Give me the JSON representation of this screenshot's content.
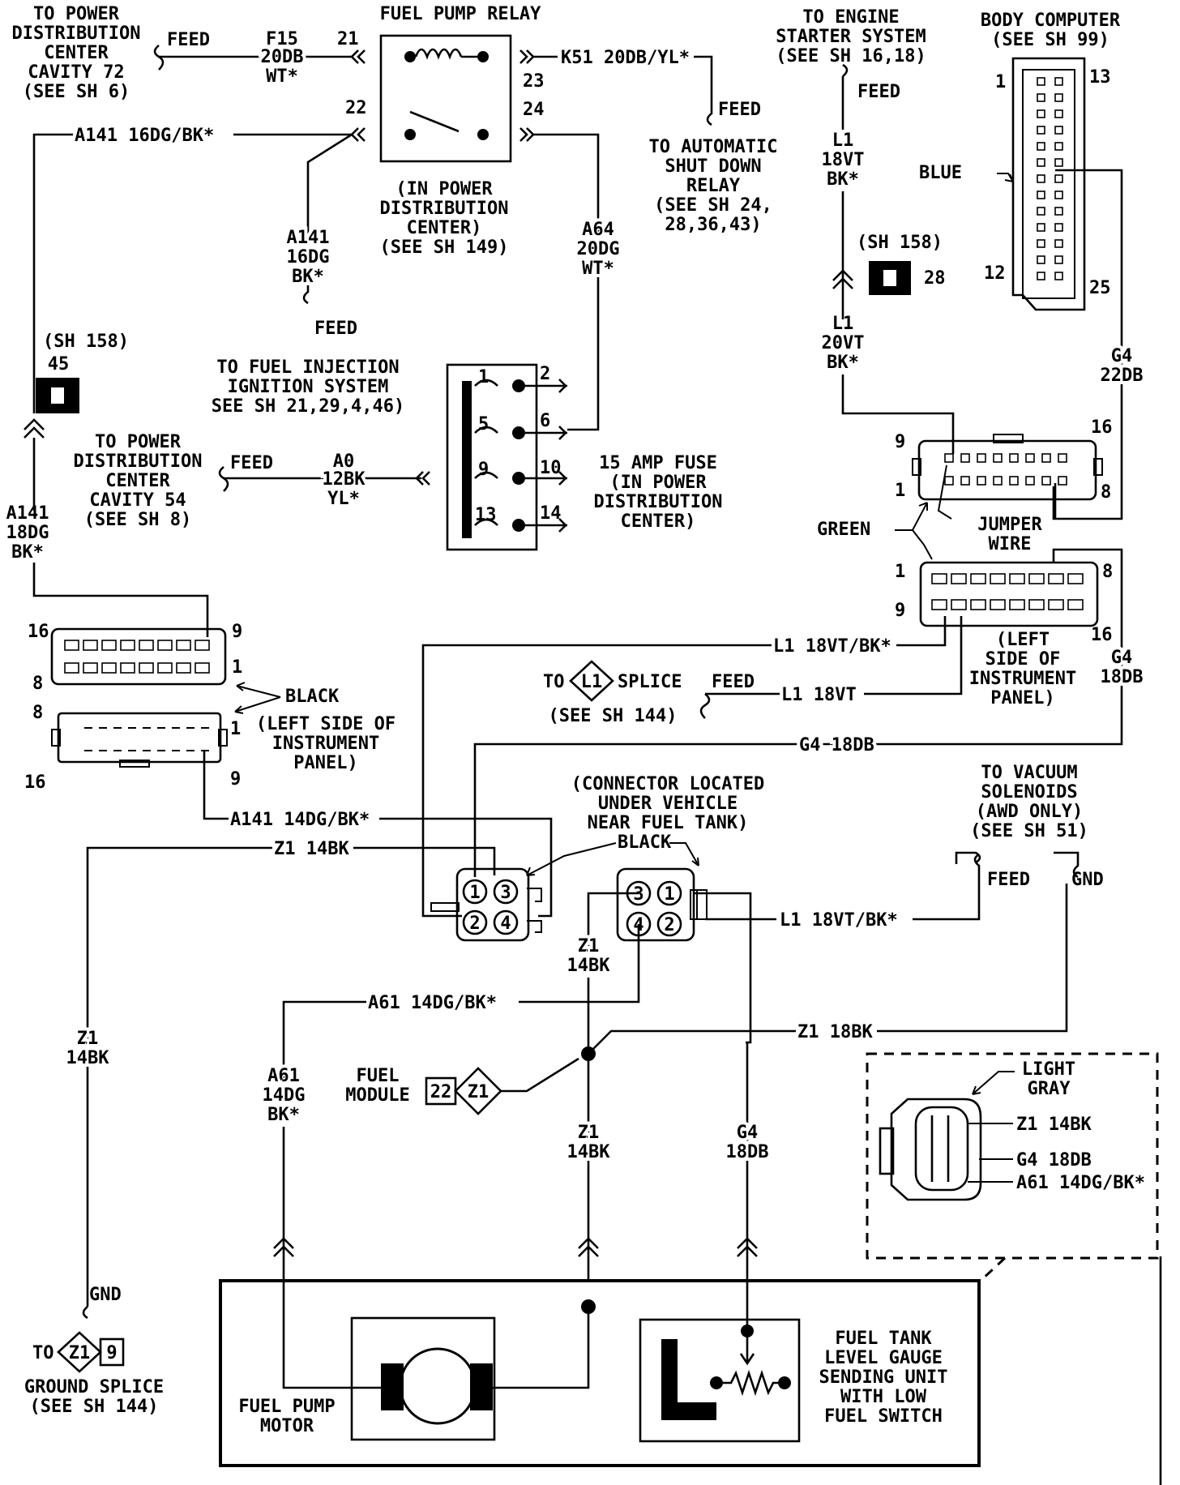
{
  "relay": {
    "title": "FUEL PUMP RELAY",
    "pins": [
      "21",
      "22",
      "23",
      "24"
    ],
    "note": [
      "(IN POWER",
      "DISTRIBUTION",
      "CENTER)",
      "(SEE SH 149)"
    ]
  },
  "pdc_top": [
    "TO POWER",
    "DISTRIBUTION",
    "CENTER",
    "CAVITY 72",
    "(SEE SH 6)"
  ],
  "feed": "FEED",
  "gnd": "GND",
  "wire_f15": [
    "F15",
    "20DB",
    "WT*"
  ],
  "wire_k51": "K51 20DB/YL*",
  "asd_relay": [
    "TO AUTOMATIC",
    "SHUT DOWN",
    "RELAY",
    "(SEE SH 24,",
    "28,36,43)"
  ],
  "wire_a141_16_top": "A141 16DG/BK*",
  "wire_a141_16_vert": [
    "A141",
    "16DG",
    "BK*"
  ],
  "wire_a64": [
    "A64",
    "20DG",
    "WT*"
  ],
  "fuel_injection": [
    "TO FUEL INJECTION",
    "IGNITION SYSTEM",
    "SEE SH 21,29,4,46)"
  ],
  "sh158_45": [
    "(SH 158)",
    "45"
  ],
  "fuse_block": {
    "pins_left": [
      "1",
      "5",
      "9",
      "13"
    ],
    "pins_right": [
      "2",
      "6",
      "10",
      "14"
    ],
    "label": [
      "15 AMP FUSE",
      "(IN POWER",
      "DISTRIBUTION",
      "CENTER)"
    ]
  },
  "pdc_54": [
    "TO POWER",
    "DISTRIBUTION",
    "CENTER",
    "CAVITY 54",
    "(SEE SH 8)"
  ],
  "wire_a0": [
    "A0",
    "12BK",
    "YL*"
  ],
  "wire_a141_18": [
    "A141",
    "18DG",
    "BK*"
  ],
  "engine_starter": [
    "TO ENGINE",
    "STARTER SYSTEM",
    "(SEE SH 16,18)"
  ],
  "wire_l1_18vt": [
    "L1",
    "18VT",
    "BK*"
  ],
  "sh158_28": [
    "(SH 158)",
    "28"
  ],
  "wire_l1_20vt": [
    "L1",
    "20VT",
    "BK*"
  ],
  "body_computer": {
    "title": [
      "BODY COMPUTER",
      "(SEE SH 99)"
    ],
    "pins": [
      "1",
      "13",
      "12",
      "25"
    ],
    "color": "BLUE"
  },
  "wire_g4_22": [
    "G4",
    "22DB"
  ],
  "green_conn": {
    "color": "GREEN",
    "jumper": [
      "JUMPER",
      "WIRE"
    ],
    "pins_top": [
      "9",
      "16",
      "1",
      "8"
    ],
    "pins_bot": [
      "1",
      "8",
      "9",
      "16"
    ],
    "note": [
      "(LEFT",
      "SIDE OF",
      "INSTRUMENT",
      "PANEL)"
    ]
  },
  "wire_g4_18_vert": [
    "G4",
    "18DB"
  ],
  "black_conn": {
    "pins_a": [
      "16",
      "9",
      "8",
      "1"
    ],
    "pins_b": [
      "8",
      "1",
      "16",
      "9"
    ],
    "color": "BLACK",
    "note": [
      "(LEFT SIDE OF",
      "INSTRUMENT",
      "PANEL)"
    ]
  },
  "wire_l1_18vt_bk": "L1 18VT/BK*",
  "splice_l1": {
    "to": "TO",
    "id": "L1",
    "text": "SPLICE",
    "see": "(SEE SH 144)"
  },
  "wire_l1_18vt_h": "L1 18VT",
  "wire_g4_18_h": "G4 18DB",
  "wire_a141_14": "A141 14DG/BK*",
  "under_vehicle": [
    "(CONNECTOR LOCATED",
    "UNDER VEHICLE",
    "NEAR FUEL TANK)"
  ],
  "black_label": "BLACK",
  "wire_z1_14_h": "Z1 14BK",
  "pins_conn_a": [
    "1",
    "3",
    "2",
    "4"
  ],
  "pins_conn_b": [
    "3",
    "1",
    "4",
    "2"
  ],
  "wire_l1_18vt_bk2": "L1 18VT/BK*",
  "vacuum": [
    "TO VACUUM",
    "SOLENOIDS",
    "(AWD ONLY)",
    "(SEE SH 51)"
  ],
  "wire_z1_14_v": [
    "Z1",
    "14BK"
  ],
  "wire_a61_h": "A61 14DG/BK*",
  "wire_z1_18": "Z1 18BK",
  "wire_z1_left": [
    "Z1",
    "14BK"
  ],
  "wire_a61_v": [
    "A61",
    "14DG",
    "BK*"
  ],
  "fuel_module": {
    "label": [
      "FUEL",
      "MODULE"
    ],
    "num": "22",
    "id": "Z1"
  },
  "wire_z1_14_v2": [
    "Z1",
    "14BK"
  ],
  "wire_g4_18_v2": [
    "G4",
    "18DB"
  ],
  "light_gray": {
    "title": [
      "LIGHT",
      "GRAY"
    ],
    "wires": [
      "Z1 14BK",
      "G4 18DB",
      "A61 14DG/BK*"
    ]
  },
  "ground_splice": {
    "to": "TO",
    "id": "Z1",
    "num": "9",
    "text": [
      "GROUND SPLICE",
      "(SEE SH 144)"
    ]
  },
  "fuel_pump_motor": [
    "FUEL PUMP",
    "MOTOR"
  ],
  "sending_unit": [
    "FUEL TANK",
    "LEVEL GAUGE",
    "SENDING UNIT",
    "WITH LOW",
    "FUEL SWITCH"
  ]
}
